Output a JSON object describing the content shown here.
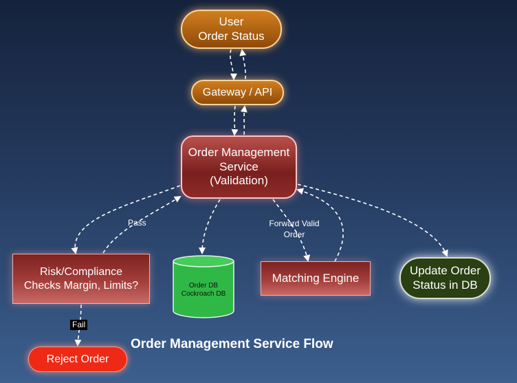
{
  "title": "Order Management Service Flow",
  "nodes": {
    "user": "User\nOrder Status",
    "gateway": "Gateway / API",
    "oms": "Order Management\nService\n(Validation)",
    "risk": "Risk/Compliance\nChecks Margin, Limits?",
    "database": "Order DB\nCockroach DB",
    "matching": "Matching Engine",
    "update": "Update Order\nStatus in DB",
    "reject": "Reject Order"
  },
  "edge_labels": {
    "pass": "Pass",
    "forward": "Forward Valid\nOrder",
    "fail": "Fail"
  },
  "colors": {
    "background_top": "#15223c",
    "background_bottom": "#3c5f8e",
    "accent_orange": "#d17f1e",
    "accent_red": "#a33e3b",
    "accent_green_dark": "#2a3f12",
    "db_green": "#2fb845",
    "reject_red": "#ee2a16"
  }
}
